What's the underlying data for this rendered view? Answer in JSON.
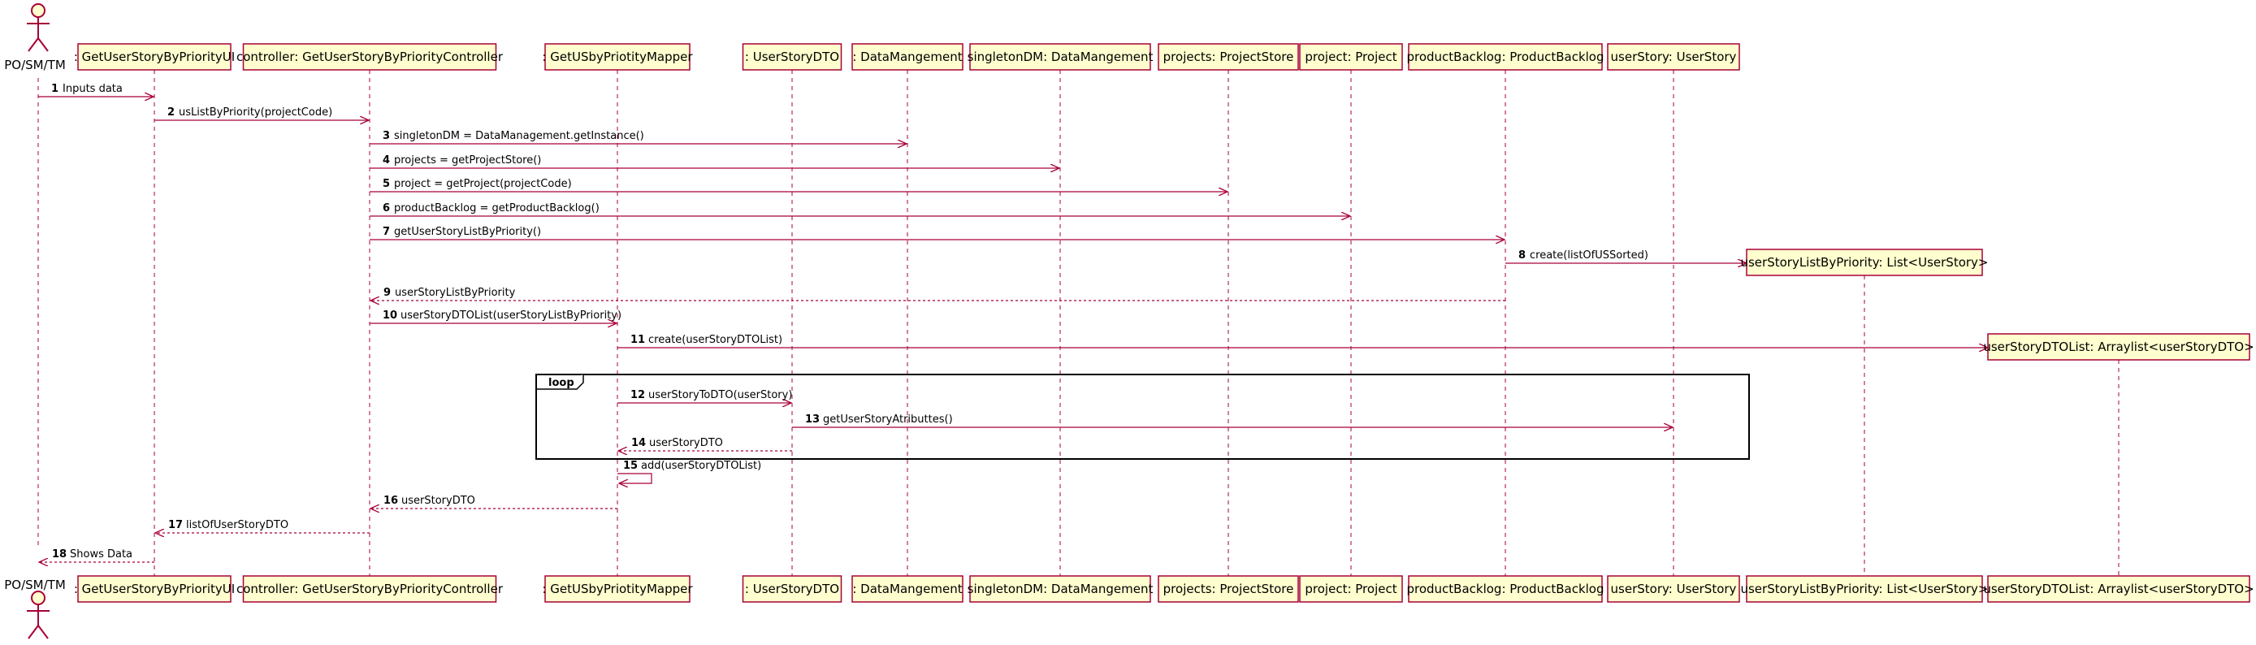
{
  "diagram": {
    "actor": {
      "label": "PO/SM/TM"
    },
    "participants": [
      {
        "id": "ui",
        "label": ": GetUserStoryByPriorityUI"
      },
      {
        "id": "ctrl",
        "label": "controller: GetUserStoryByPriorityController"
      },
      {
        "id": "map",
        "label": ": GetUSbyPriotityMapper"
      },
      {
        "id": "dto",
        "label": ": UserStoryDTO"
      },
      {
        "id": "dm",
        "label": ": DataMangement"
      },
      {
        "id": "sdm",
        "label": "singletonDM: DataMangement"
      },
      {
        "id": "ps",
        "label": "projects: ProjectStore"
      },
      {
        "id": "prj",
        "label": "project: Project"
      },
      {
        "id": "pb",
        "label": "productBacklog: ProductBacklog"
      },
      {
        "id": "us",
        "label": "userStory: UserStory"
      },
      {
        "id": "uslp",
        "label": "userStoryListByPriority: List<UserStory>",
        "created_by": 8
      },
      {
        "id": "usdl",
        "label": "userStoryDTOList: Arraylist<userStoryDTO>",
        "created_by": 11
      }
    ],
    "messages": [
      {
        "n": "1",
        "text": "Inputs data",
        "from": "actor",
        "to": "ui",
        "style": "solid"
      },
      {
        "n": "2",
        "text": "usListByPriority(projectCode)",
        "from": "ui",
        "to": "ctrl",
        "style": "solid"
      },
      {
        "n": "3",
        "text": "singletonDM = DataManagement.getInstance()",
        "from": "ctrl",
        "to": "dm",
        "style": "solid"
      },
      {
        "n": "4",
        "text": "projects = getProjectStore()",
        "from": "ctrl",
        "to": "sdm",
        "style": "solid"
      },
      {
        "n": "5",
        "text": "project = getProject(projectCode)",
        "from": "ctrl",
        "to": "ps",
        "style": "solid"
      },
      {
        "n": "6",
        "text": "productBacklog = getProductBacklog()",
        "from": "ctrl",
        "to": "prj",
        "style": "solid"
      },
      {
        "n": "7",
        "text": "getUserStoryListByPriority()",
        "from": "ctrl",
        "to": "pb",
        "style": "solid"
      },
      {
        "n": "8",
        "text": "create(listOfUSSorted)",
        "from": "pb",
        "to": "uslp",
        "style": "create"
      },
      {
        "n": "9",
        "text": "userStoryListByPriority",
        "from": "pb",
        "to": "ctrl",
        "style": "dashed"
      },
      {
        "n": "10",
        "text": "userStoryDTOList(userStoryListByPriority)",
        "from": "ctrl",
        "to": "map",
        "style": "solid"
      },
      {
        "n": "11",
        "text": "create(userStoryDTOList)",
        "from": "map",
        "to": "usdl",
        "style": "create"
      },
      {
        "n": "12",
        "text": "userStoryToDTO(userStory)",
        "from": "map",
        "to": "dto",
        "style": "solid"
      },
      {
        "n": "13",
        "text": "getUserStoryAtributtes()",
        "from": "dto",
        "to": "us",
        "style": "solid"
      },
      {
        "n": "14",
        "text": "userStoryDTO",
        "from": "dto",
        "to": "map",
        "style": "dashed"
      },
      {
        "n": "15",
        "text": "add(userStoryDTOList)",
        "from": "map",
        "to": "map",
        "style": "self"
      },
      {
        "n": "16",
        "text": "userStoryDTO",
        "from": "map",
        "to": "ctrl",
        "style": "dashed"
      },
      {
        "n": "17",
        "text": "listOfUserStoryDTO",
        "from": "ctrl",
        "to": "ui",
        "style": "dashed"
      },
      {
        "n": "18",
        "text": "Shows Data",
        "from": "ui",
        "to": "actor",
        "style": "dashed"
      }
    ],
    "fragments": [
      {
        "kind": "loop",
        "label": "loop",
        "first_message": "12",
        "last_message": "14"
      }
    ],
    "colors": {
      "border": "#A80036",
      "box_fill": "#FEFECE"
    }
  }
}
